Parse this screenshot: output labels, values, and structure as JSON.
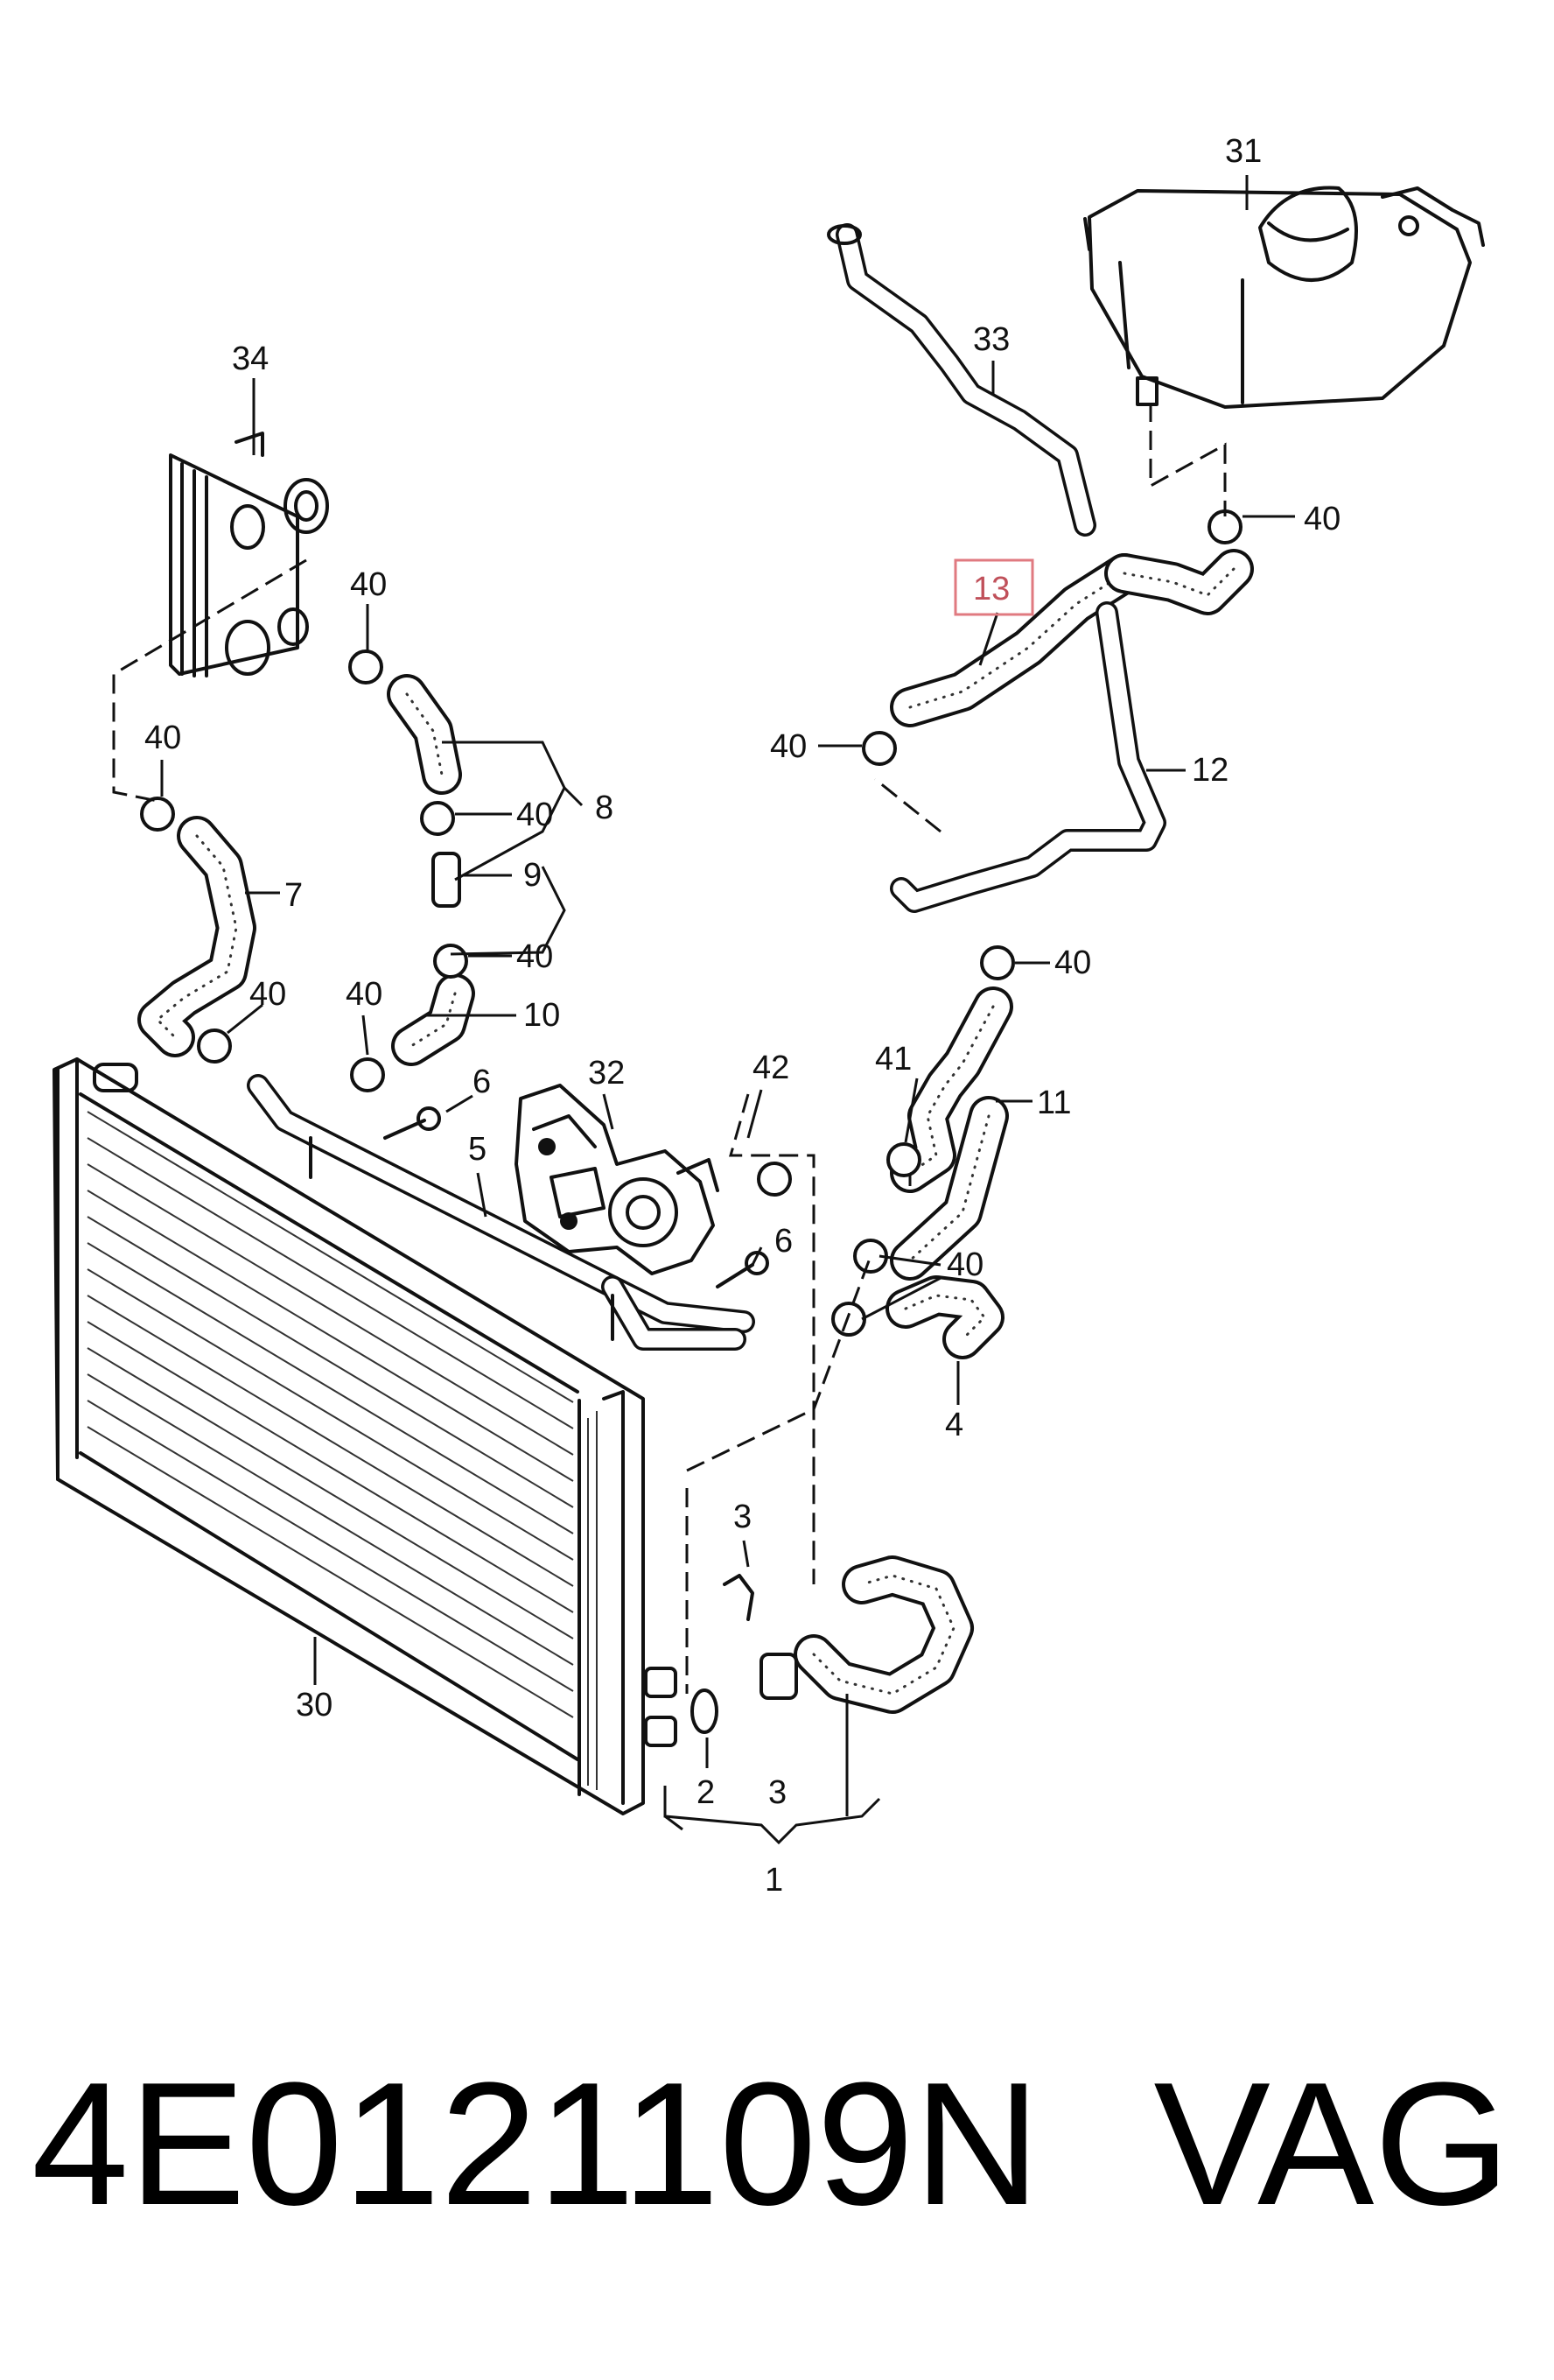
{
  "callouts": {
    "c1": "1",
    "c2": "2",
    "c3a": "3",
    "c3b": "3",
    "c4": "4",
    "c5": "5",
    "c6a": "6",
    "c6b": "6",
    "c7": "7",
    "c8": "8",
    "c9": "9",
    "c10": "10",
    "c11": "11",
    "c12": "12",
    "c13": "13",
    "c30": "30",
    "c31": "31",
    "c32": "32",
    "c33": "33",
    "c34": "34",
    "c41": "41",
    "c42": "42",
    "c40_top": "40",
    "c40_oilcooler": "40",
    "c40_left": "40",
    "c40_mid1": "40",
    "c40_mid2": "40",
    "c40_9a": "40",
    "c40_9b": "40",
    "c40_tankl": "40",
    "c40_right": "40",
    "c40_bottom": "40"
  },
  "highlight": {
    "part": "13",
    "color": "#e07a80"
  },
  "caption": {
    "part_number": "4E0121109N",
    "brand": "VAG"
  }
}
